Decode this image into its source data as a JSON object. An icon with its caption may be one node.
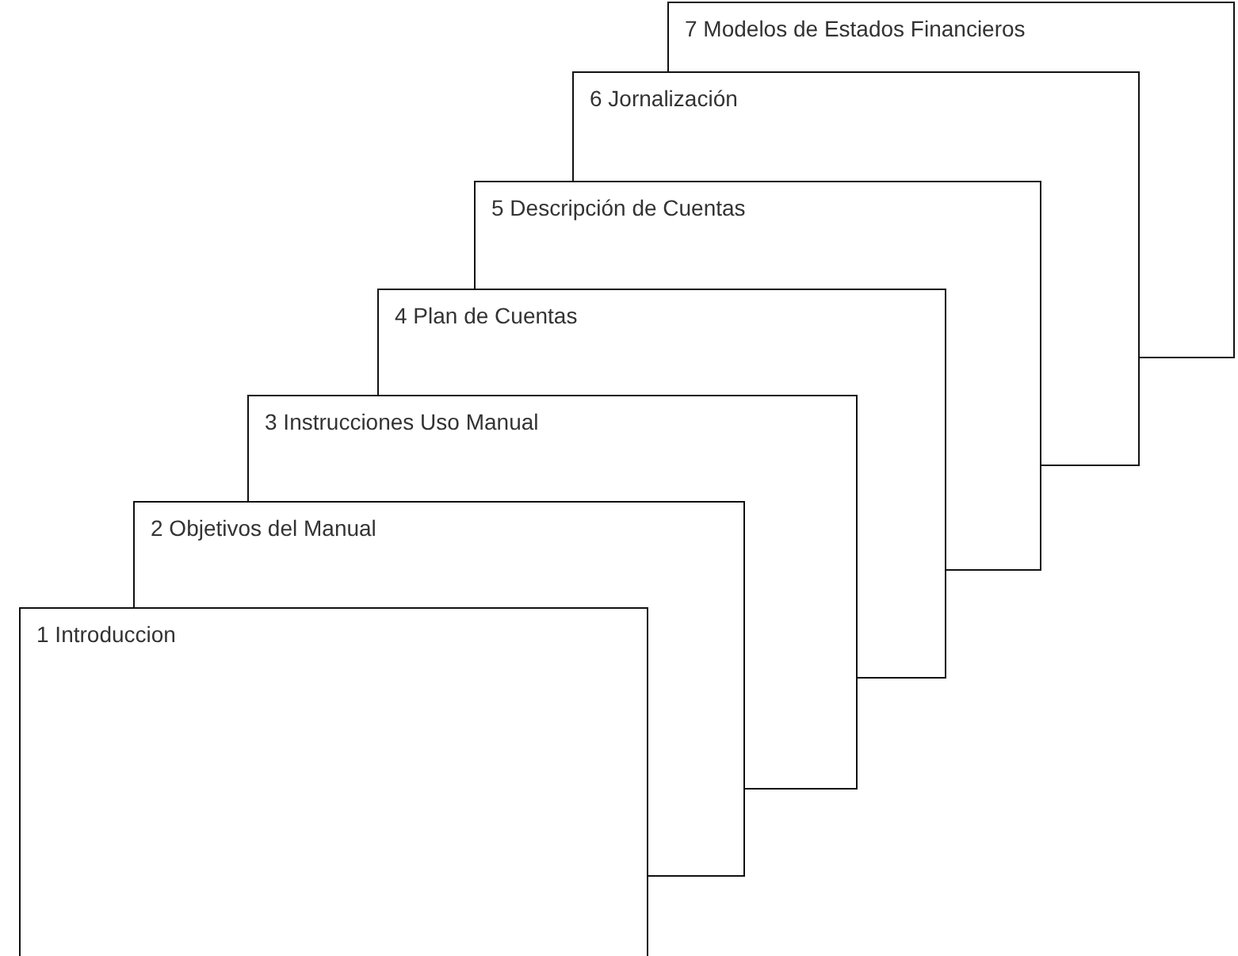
{
  "diagram": {
    "nodes": [
      {
        "text": [
          "1 Introduccion"
        ]
      },
      {
        "text": [
          "2 Objetivos del Manual"
        ]
      },
      {
        "text": [
          "3 Instrucciones Uso Manual"
        ]
      },
      {
        "text": [
          "4 Plan de Cuentas"
        ]
      },
      {
        "text": [
          "5 Descripción de Cuentas"
        ]
      },
      {
        "text": [
          "6 Jornalización"
        ]
      },
      {
        "text": [
          "7 Modelos de Estados Financieros"
        ]
      }
    ]
  }
}
